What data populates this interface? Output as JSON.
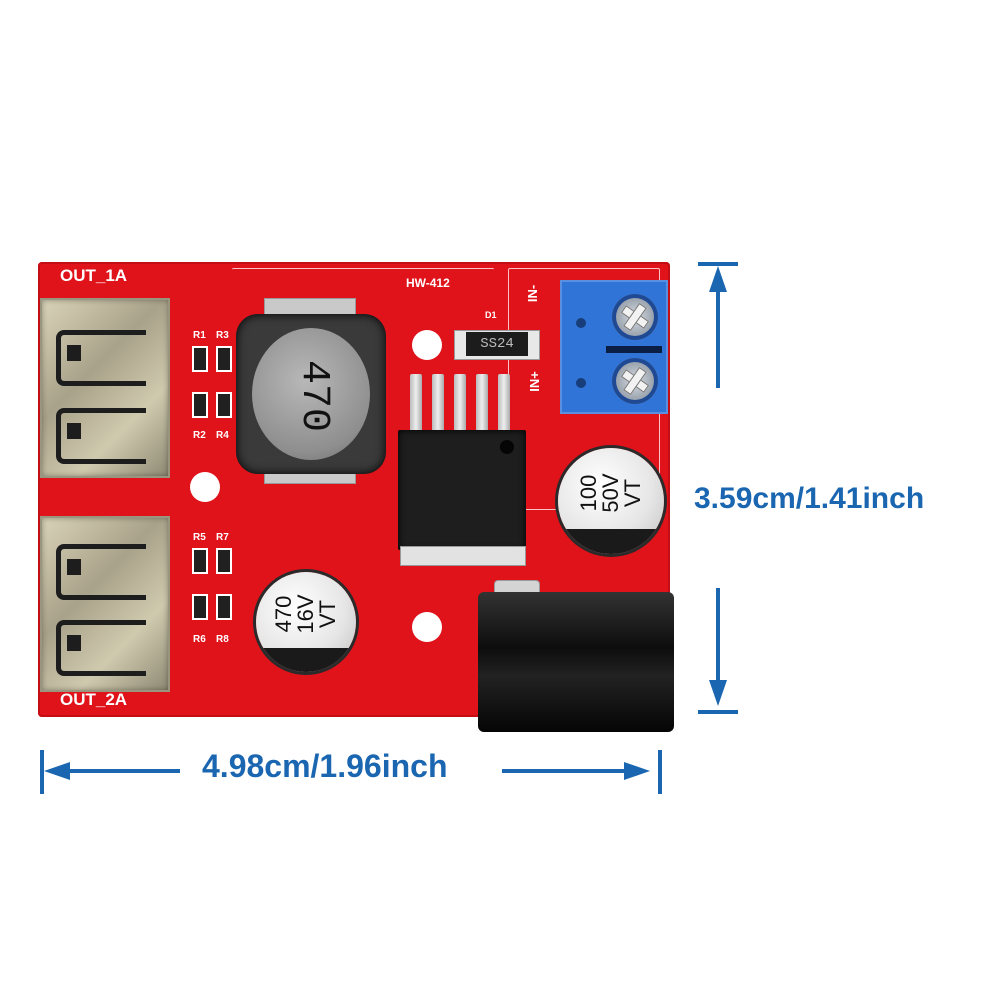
{
  "image": {
    "subject": "HW-412 dual USB step-down buck converter module",
    "board": {
      "model_label": "HW-412",
      "outputs": [
        {
          "label": "OUT_1A"
        },
        {
          "label": "OUT_2A"
        }
      ],
      "input_labels": {
        "negative": "IN-",
        "positive": "IN+"
      },
      "diode": {
        "ref": "D1",
        "marking": "SS24"
      },
      "inductor": {
        "marking": "470"
      },
      "capacitors": [
        {
          "lines": [
            "470",
            "16V",
            "VT"
          ]
        },
        {
          "lines": [
            "100",
            "50V",
            "VT"
          ]
        }
      ],
      "resistors": [
        "R1",
        "R2",
        "R3",
        "R4",
        "R5",
        "R6",
        "R7",
        "R8"
      ],
      "colors": {
        "pcb": "#e0121a",
        "terminal": "#2f74d6",
        "silkscreen": "#ffffff"
      }
    },
    "dimensions": {
      "width_label": "4.98cm/1.96inch",
      "height_label": "3.59cm/1.41inch",
      "color": "#1a66b0"
    }
  }
}
